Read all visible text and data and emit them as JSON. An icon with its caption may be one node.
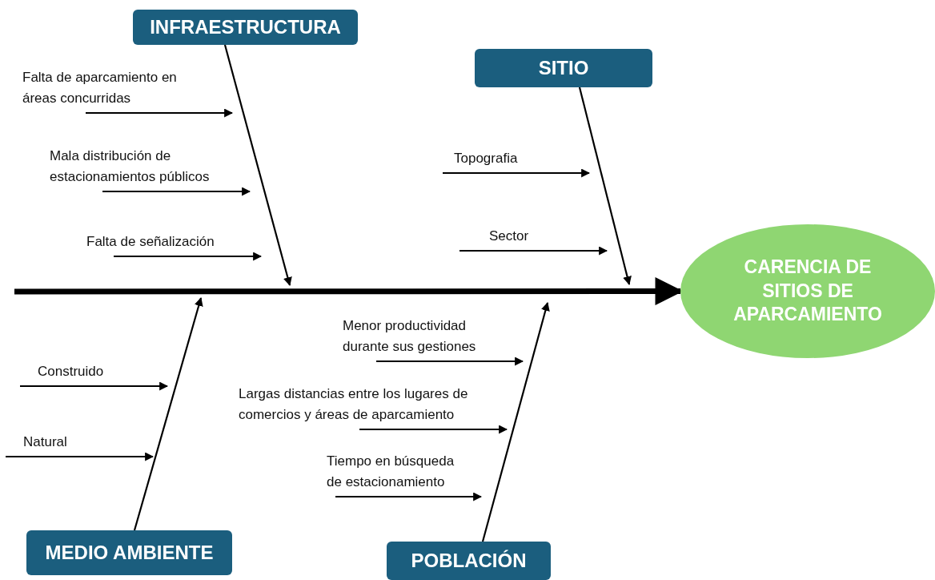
{
  "diagram": {
    "nodes": [
      {
        "text": [
          "INFRAESTRUCTURA"
        ]
      },
      {
        "text": [
          "SITIO"
        ]
      },
      {
        "text": [
          "CARENCIA DE SITIOS DE APARCAMIENTO"
        ]
      },
      {
        "text": [
          "MEDIO AMBIENTE"
        ]
      },
      {
        "text": [
          "POBLACIÓN"
        ]
      },
      {
        "text": [
          "Falta de aparcamiento en áreas concurridas"
        ]
      },
      {
        "text": [
          "Mala distribución de estacionamientos públicos"
        ]
      },
      {
        "text": [
          "Falta de señalización"
        ]
      },
      {
        "text": [
          "Topografia"
        ]
      },
      {
        "text": [
          "Sector"
        ]
      },
      {
        "text": [
          "Construido"
        ]
      },
      {
        "text": [
          "Natural"
        ]
      },
      {
        "text": [
          "Menor productividad durante sus gestiones"
        ]
      },
      {
        "text": [
          "Largas distancias entre los lugares de comercios y áreas de aparcamiento"
        ]
      },
      {
        "text": [
          "Tiempo en búsqueda de estacionamiento"
        ]
      }
    ],
    "edges": [
      {
        "from": null,
        "to": 2,
        "arrow": "to",
        "style": "thick"
      },
      {
        "from": 0,
        "to": null,
        "arrow": "to"
      },
      {
        "from": 1,
        "to": null,
        "arrow": "to"
      },
      {
        "from": 3,
        "to": null,
        "arrow": "to"
      },
      {
        "from": 4,
        "to": null,
        "arrow": "to"
      },
      {
        "from": 5,
        "to": null,
        "arrow": "to"
      },
      {
        "from": 6,
        "to": null,
        "arrow": "to"
      },
      {
        "from": 7,
        "to": null,
        "arrow": "to"
      },
      {
        "from": 8,
        "to": null,
        "arrow": "to"
      },
      {
        "from": 9,
        "to": null,
        "arrow": "to"
      },
      {
        "from": 10,
        "to": null,
        "arrow": "to"
      },
      {
        "from": 11,
        "to": null,
        "arrow": "to"
      },
      {
        "from": 12,
        "to": null,
        "arrow": "to"
      },
      {
        "from": 13,
        "to": null,
        "arrow": "to"
      },
      {
        "from": 14,
        "to": null,
        "arrow": "to"
      }
    ]
  }
}
